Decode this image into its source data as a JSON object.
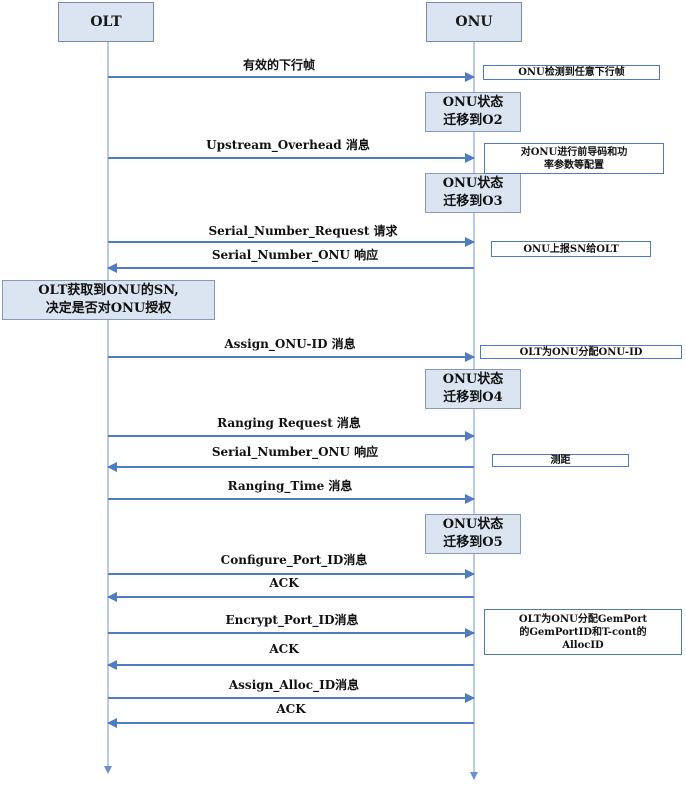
{
  "entities": {
    "olt": "OLT",
    "onu": "ONU"
  },
  "messages": [
    {
      "label": "有效的下行帧",
      "direction": "to_onu"
    },
    {
      "label": "Upstream_Overhead 消息",
      "direction": "to_onu"
    },
    {
      "label": "Serial_Number_Request 请求",
      "direction": "to_onu"
    },
    {
      "label": "Serial_Number_ONU 响应",
      "direction": "to_olt"
    },
    {
      "label": "Assign_ONU-ID 消息",
      "direction": "to_onu"
    },
    {
      "label": "Ranging Request 消息",
      "direction": "to_onu"
    },
    {
      "label": "Serial_Number_ONU 响应",
      "direction": "to_olt"
    },
    {
      "label": "Ranging_Time 消息",
      "direction": "to_onu"
    },
    {
      "label": "Configure_Port_ID消息",
      "direction": "to_onu"
    },
    {
      "label": "ACK",
      "direction": "to_olt"
    },
    {
      "label": "Encrypt_Port_ID消息",
      "direction": "to_onu"
    },
    {
      "label": "ACK",
      "direction": "to_olt"
    },
    {
      "label": "Assign_Alloc_ID消息",
      "direction": "to_onu"
    },
    {
      "label": "ACK",
      "direction": "to_olt"
    }
  ],
  "states": [
    "ONU状态\n迁移到O2",
    "ONU状态\n迁移到O3",
    "ONU状态\n迁移到O4",
    "ONU状态\n迁移到O5"
  ],
  "olt_note": "OLT获取到ONU的SN,\n决定是否对ONU授权",
  "notes": [
    "ONU检测到任意下行帧",
    "对ONU进行前导码和功\n率参数等配置",
    "ONU上报SN给OLT",
    "OLT为ONU分配ONU-ID",
    "测距",
    "OLT为ONU分配GemPort\n的GemPortID和T-cont的\nAllocID"
  ],
  "colors": {
    "arrow": "#4f7dc0",
    "lifeline": "#6b8fc8",
    "box_fill": "#dbe5f1",
    "note_border": "#4f79b8"
  }
}
